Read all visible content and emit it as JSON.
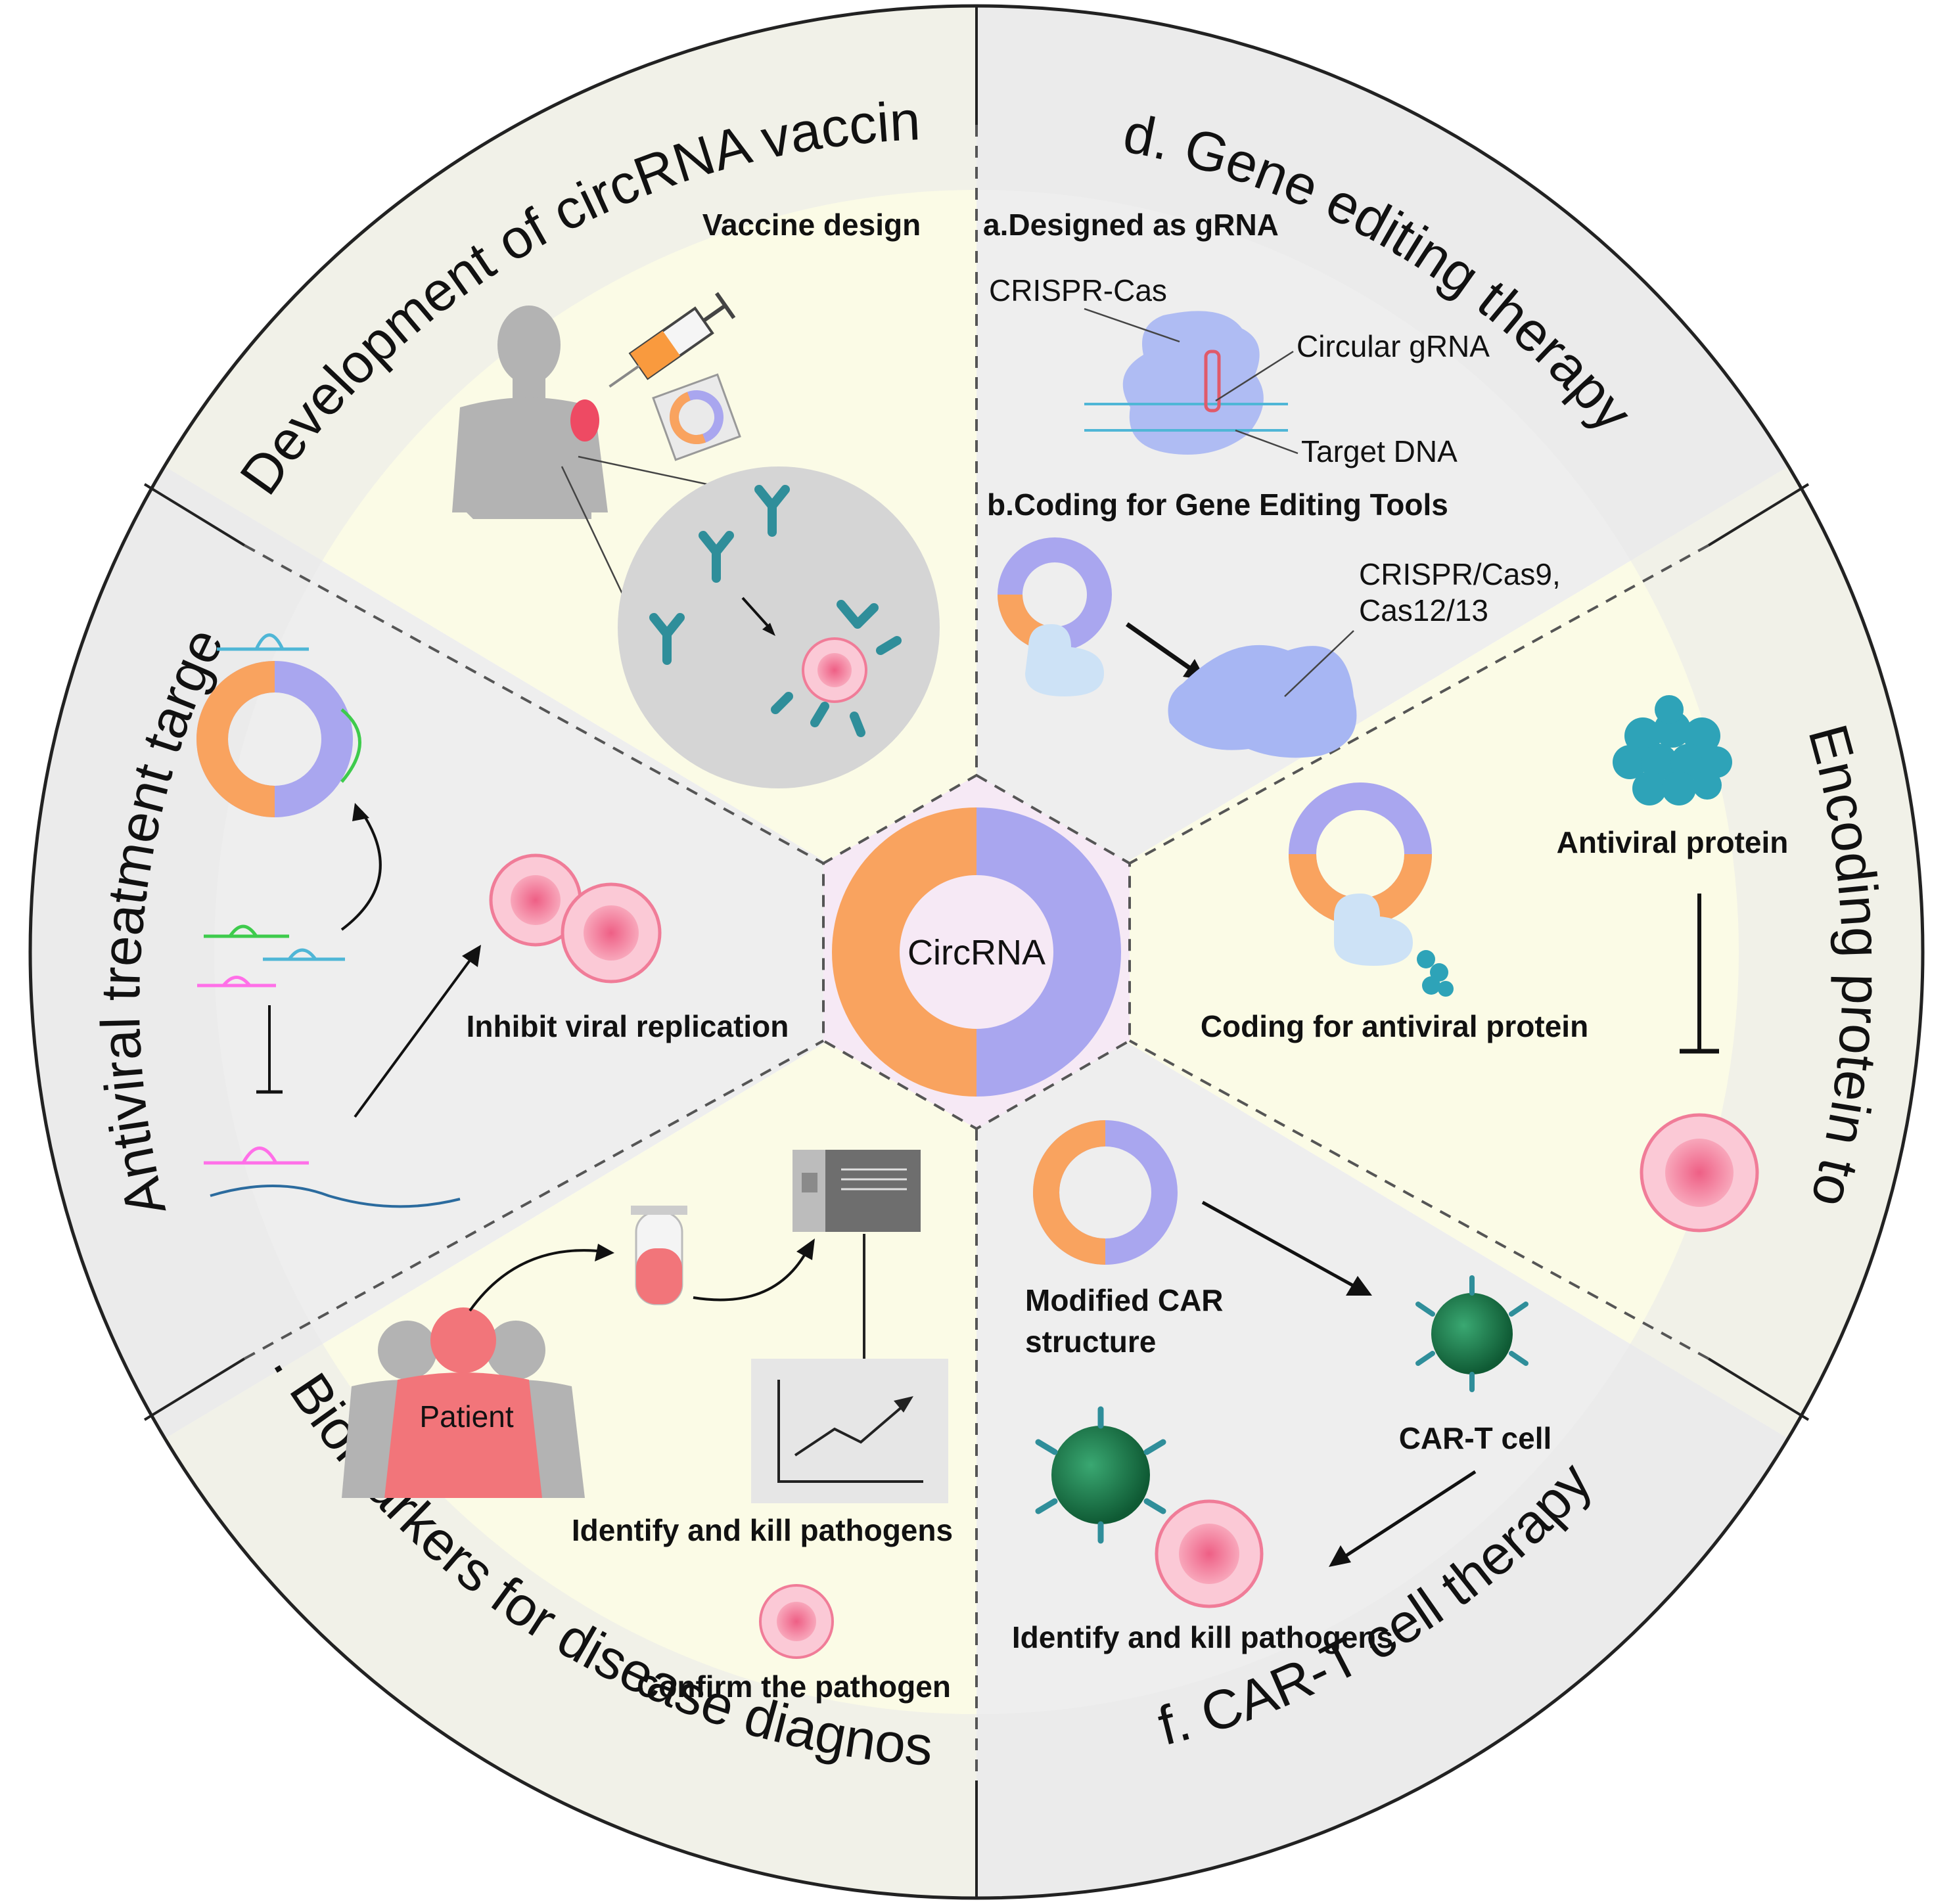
{
  "center": {
    "label": "CircRNA"
  },
  "sections": [
    {
      "id": "a",
      "ring_label": "a. Biomarkers for disease diagnosis",
      "texts": [
        "Patient",
        "Identify and kill pathogens",
        "Confirm the pathogen"
      ]
    },
    {
      "id": "b",
      "ring_label": "b. Antiviral treatment targets",
      "texts": [
        "Inhibit viral replication"
      ]
    },
    {
      "id": "c",
      "ring_label": "c. Development of circRNA vaccines",
      "texts": [
        "Vaccine design"
      ]
    },
    {
      "id": "d",
      "ring_label": "d. Gene editing therapy",
      "texts": [
        "a.Designed as gRNA",
        "CRISPR-Cas",
        "Circular gRNA",
        "Target DNA",
        "b.Coding for Gene Editing Tools",
        "CRISPR/Cas9,",
        "Cas12/13"
      ]
    },
    {
      "id": "e",
      "ring_label": "e. Encoding protein tools",
      "texts": [
        "Antiviral protein",
        "Coding for antiviral protein"
      ]
    },
    {
      "id": "f",
      "ring_label": "f. CAR-T cell therapy",
      "texts": [
        "Modified CAR",
        "structure",
        "CAR-T cell",
        "Identify and kill pathogens"
      ]
    }
  ],
  "colors": {
    "orange": "#f9a35f",
    "lavender": "#a9a6ef",
    "cream": "#fbfbe6",
    "gray_panel": "#eeeeee",
    "ring_gray": "#e6e6e6",
    "center_pink": "#f6e9f5",
    "virus_pink": "#f6a1b4",
    "cell_green": "#1e7a4c",
    "antibody_teal": "#2f8e9a"
  }
}
